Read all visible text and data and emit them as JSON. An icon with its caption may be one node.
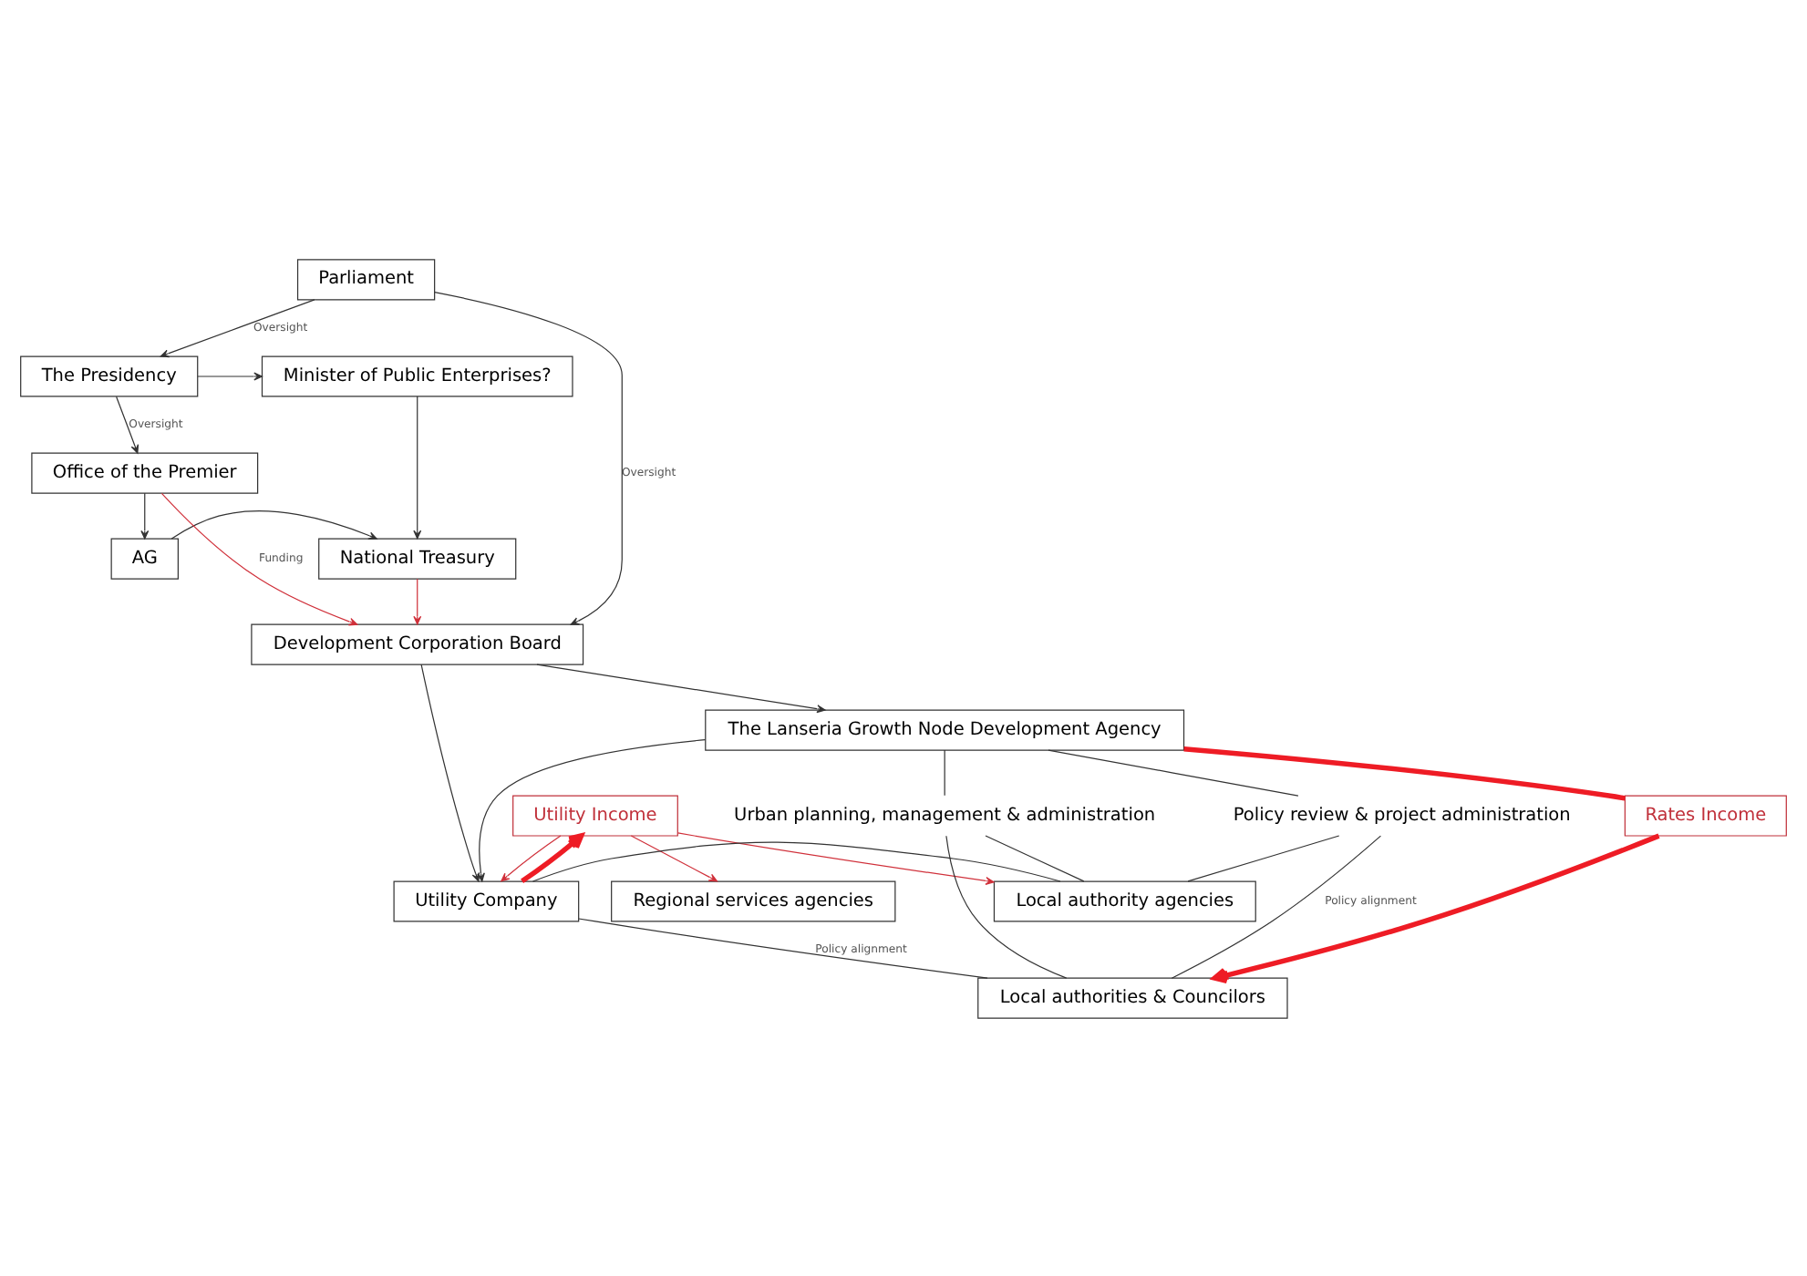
{
  "diagram": {
    "nodes": [
      {
        "text": [
          "Parliament"
        ]
      },
      {
        "text": [
          "The Presidency"
        ]
      },
      {
        "text": [
          "Minister of Public Enterprises?"
        ]
      },
      {
        "text": [
          "AG"
        ]
      },
      {
        "text": [
          "National Treasury"
        ]
      },
      {
        "text": [
          "Office of the Premier"
        ]
      },
      {
        "text": [
          "Development Corporation Board"
        ]
      },
      {
        "text": [
          "The Lanseria Growth Node Development Agency"
        ]
      },
      {
        "text": [
          "Rates Income"
        ]
      },
      {
        "text": [
          "Utility Income"
        ]
      },
      {
        "text": [
          "Local authorities & Councilors"
        ]
      },
      {
        "text": [
          "Utility Company"
        ]
      },
      {
        "text": [
          "Local authority agencies"
        ]
      },
      {
        "text": [
          "Regional services agencies"
        ]
      },
      {
        "text": [
          "Urban planning, management & administration"
        ]
      },
      {
        "text": [
          "Policy review & project administration"
        ]
      }
    ],
    "edges": [
      {
        "from": 0,
        "to": 1,
        "arrow": "to",
        "label": "Oversight"
      },
      {
        "from": 1,
        "to": 2,
        "arrow": "to"
      },
      {
        "from": 1,
        "to": 5,
        "arrow": "to",
        "label": "Oversight"
      },
      {
        "from": 2,
        "to": 4,
        "arrow": "to"
      },
      {
        "from": 3,
        "to": 4,
        "arrow": "to"
      },
      {
        "from": 5,
        "to": 3,
        "arrow": "to"
      },
      {
        "from": 0,
        "to": 6,
        "arrow": "to",
        "label": "Oversight"
      },
      {
        "from": 5,
        "to": 6,
        "arrow": "to",
        "color": "#d0303a",
        "label": "Funding"
      },
      {
        "from": 4,
        "to": 6,
        "arrow": "to",
        "color": "#d0303a"
      },
      {
        "from": 6,
        "to": 7,
        "arrow": "to"
      },
      {
        "from": 6,
        "to": 11,
        "arrow": "to"
      },
      {
        "from": 7,
        "to": 11,
        "arrow": "to"
      },
      {
        "from": 7,
        "to": 8,
        "arrow": "none",
        "style": "thick",
        "color": "#ee1c25"
      },
      {
        "from": 8,
        "to": 10,
        "arrow": "to",
        "style": "thick",
        "color": "#ee1c25"
      },
      {
        "from": 9,
        "to": 11,
        "arrow": "to",
        "color": "#d0303a"
      },
      {
        "from": 11,
        "to": 9,
        "arrow": "to",
        "style": "thick",
        "color": "#ee1c25"
      },
      {
        "from": 9,
        "to": 12,
        "arrow": "to",
        "color": "#d0303a"
      },
      {
        "from": 9,
        "to": 13,
        "arrow": "to",
        "color": "#d0303a"
      },
      {
        "from": 11,
        "to": 10,
        "arrow": "none",
        "label": "Policy alignment"
      },
      {
        "from": 11,
        "to": 12,
        "arrow": "none"
      },
      {
        "from": 7,
        "to": 14,
        "arrow": "none"
      },
      {
        "from": 7,
        "to": 15,
        "arrow": "none"
      },
      {
        "from": 14,
        "to": 10,
        "arrow": "none"
      },
      {
        "from": 14,
        "to": 12,
        "arrow": "none"
      },
      {
        "from": 15,
        "to": 10,
        "arrow": "none",
        "label": "Policy alignment"
      },
      {
        "from": 15,
        "to": 12,
        "arrow": "none"
      }
    ]
  }
}
